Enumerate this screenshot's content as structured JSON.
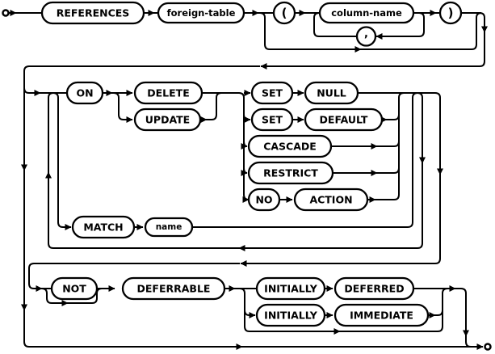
{
  "diagram_type": "railroad-syntax-diagram",
  "colors": {
    "background": "#ffffff",
    "stroke": "#000000",
    "node_fill": "#ffffff",
    "text": "#000000"
  },
  "nodes": {
    "references": {
      "label": "REFERENCES",
      "type": "keyword"
    },
    "foreign_table": {
      "label": "foreign-table",
      "type": "nonterminal"
    },
    "open_paren": {
      "label": "(",
      "type": "punctuation"
    },
    "column_name": {
      "label": "column-name",
      "type": "nonterminal"
    },
    "comma": {
      "label": ",",
      "type": "punctuation"
    },
    "close_paren": {
      "label": ")",
      "type": "punctuation"
    },
    "on": {
      "label": "ON",
      "type": "keyword"
    },
    "delete": {
      "label": "DELETE",
      "type": "keyword"
    },
    "update": {
      "label": "UPDATE",
      "type": "keyword"
    },
    "set1": {
      "label": "SET",
      "type": "keyword"
    },
    "null": {
      "label": "NULL",
      "type": "keyword"
    },
    "set2": {
      "label": "SET",
      "type": "keyword"
    },
    "default": {
      "label": "DEFAULT",
      "type": "keyword"
    },
    "cascade": {
      "label": "CASCADE",
      "type": "keyword"
    },
    "restrict": {
      "label": "RESTRICT",
      "type": "keyword"
    },
    "no": {
      "label": "NO",
      "type": "keyword"
    },
    "action": {
      "label": "ACTION",
      "type": "keyword"
    },
    "match": {
      "label": "MATCH",
      "type": "keyword"
    },
    "name": {
      "label": "name",
      "type": "nonterminal"
    },
    "not": {
      "label": "NOT",
      "type": "keyword"
    },
    "deferrable": {
      "label": "DEFERRABLE",
      "type": "keyword"
    },
    "initially1": {
      "label": "INITIALLY",
      "type": "keyword"
    },
    "deferred": {
      "label": "DEFERRED",
      "type": "keyword"
    },
    "initially2": {
      "label": "INITIALLY",
      "type": "keyword"
    },
    "immediate": {
      "label": "IMMEDIATE",
      "type": "keyword"
    }
  }
}
